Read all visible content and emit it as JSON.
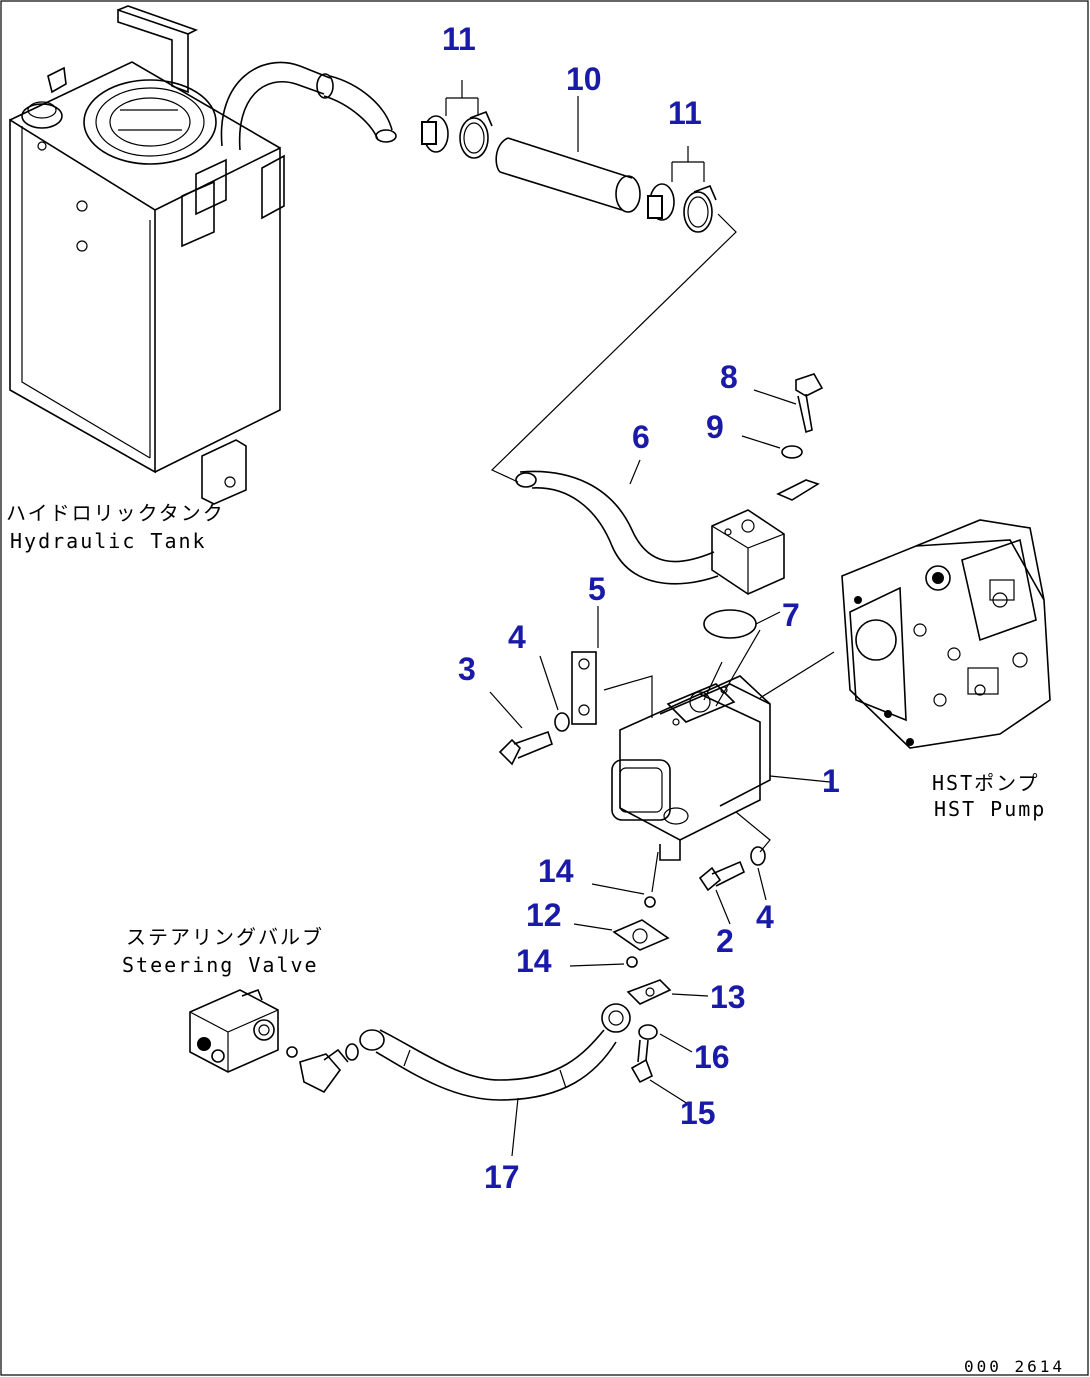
{
  "captions": {
    "tank_jp": "ハイドロリックタンク",
    "tank_en": "Hydraulic Tank",
    "hst_jp": "HSTポンプ",
    "hst_en": "HST Pump",
    "steer_jp": "ステアリングバルブ",
    "steer_en": "Steering Valve"
  },
  "drawing_code": "000 2614",
  "callouts": {
    "c1": "1",
    "c2": "2",
    "c3": "3",
    "c4a": "4",
    "c4b": "4",
    "c5": "5",
    "c6": "6",
    "c7": "7",
    "c8": "8",
    "c9": "9",
    "c10": "10",
    "c11a": "11",
    "c11b": "11",
    "c12": "12",
    "c13": "13",
    "c14a": "14",
    "c14b": "14",
    "c15": "15",
    "c16": "16",
    "c17": "17"
  }
}
